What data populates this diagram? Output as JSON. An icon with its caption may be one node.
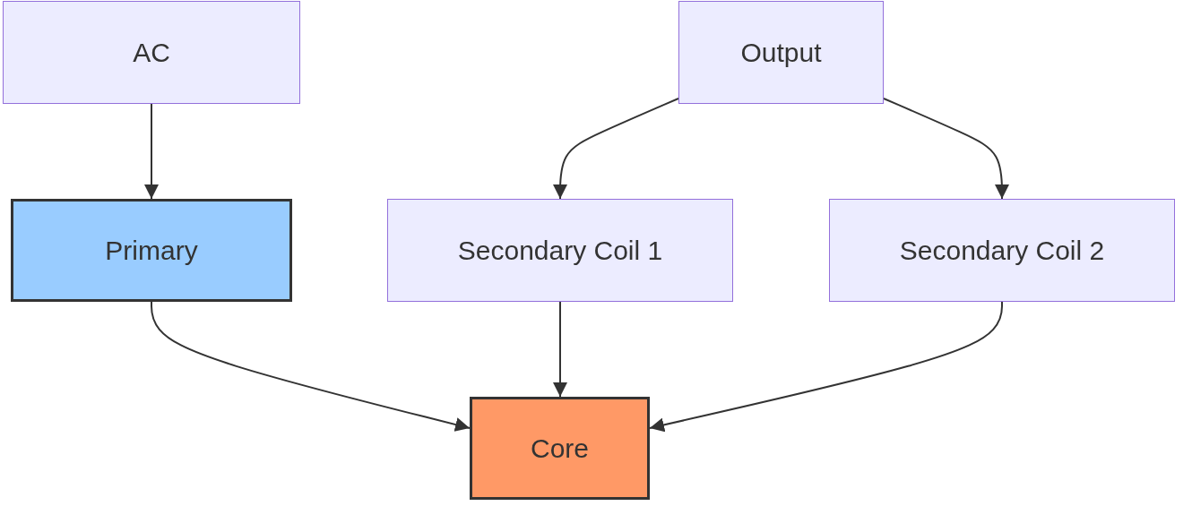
{
  "diagram": {
    "nodes": [
      {
        "text": [
          "AC"
        ]
      },
      {
        "text": [
          "Output"
        ]
      },
      {
        "text": [
          "Primary"
        ]
      },
      {
        "text": [
          "Secondary Coil 1"
        ]
      },
      {
        "text": [
          "Secondary Coil 2"
        ]
      },
      {
        "text": [
          "Core"
        ]
      }
    ],
    "edges": [
      {
        "from": 0,
        "to": 2,
        "arrow": "to"
      },
      {
        "from": 1,
        "to": 3,
        "arrow": "to"
      },
      {
        "from": 1,
        "to": 4,
        "arrow": "to"
      },
      {
        "from": 2,
        "to": 5,
        "arrow": "to"
      },
      {
        "from": 3,
        "to": 5,
        "arrow": "to"
      },
      {
        "from": 4,
        "to": 5,
        "arrow": "to"
      }
    ]
  }
}
